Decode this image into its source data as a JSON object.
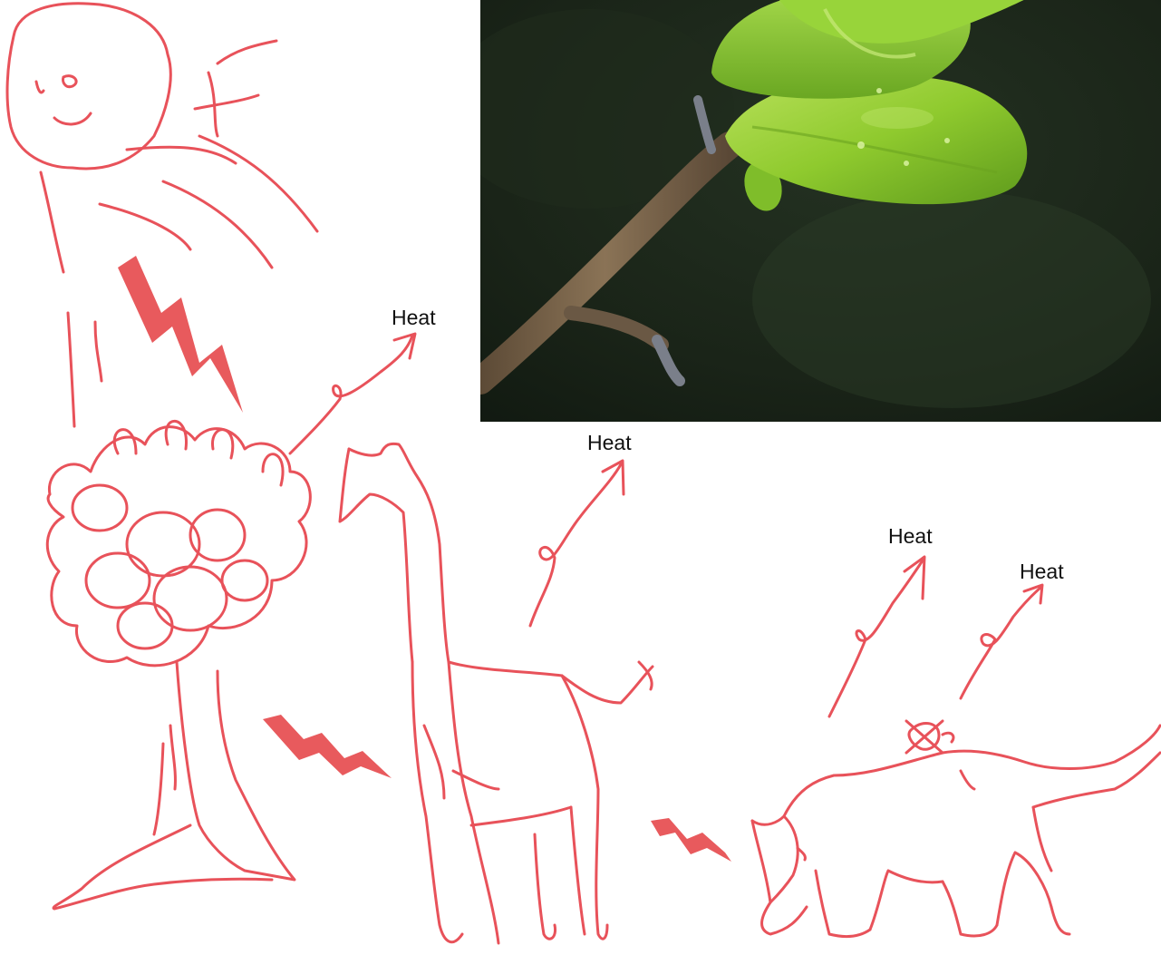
{
  "labels": {
    "heat_1": "Heat",
    "heat_2": "Heat",
    "heat_3": "Heat",
    "heat_4": "Heat"
  },
  "colors": {
    "sketch_stroke": "#e8525a",
    "bolt_fill": "#e85a5d",
    "label_text": "#111111",
    "background": "#ffffff"
  },
  "icons": {
    "sun": "sun-figure-sketch",
    "plant_photo": "green-plant-photo",
    "tree": "tree-sketch",
    "giraffe": "giraffe-sketch",
    "lion": "lion-sketch",
    "energy": "lightning-bolt-icon"
  }
}
